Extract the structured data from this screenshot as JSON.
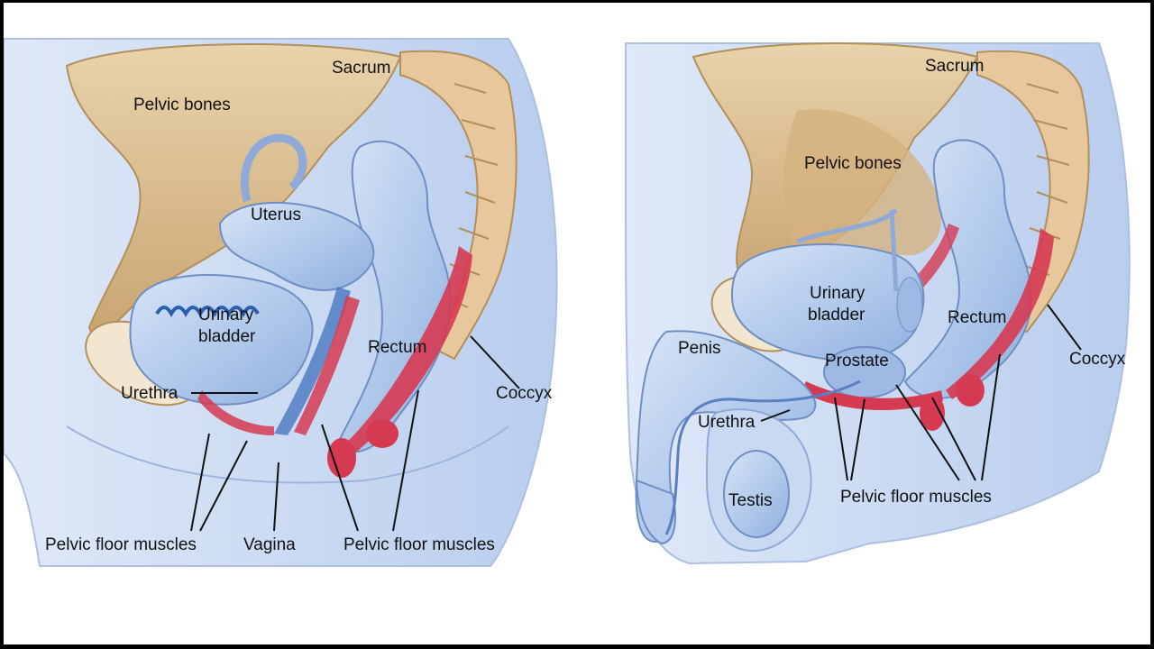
{
  "female": {
    "labels": {
      "pelvic_bones": "Pelvic bones",
      "sacrum": "Sacrum",
      "uterus": "Uterus",
      "urinary": "Urinary",
      "bladder": "bladder",
      "rectum": "Rectum",
      "urethra": "Urethra",
      "coccyx": "Coccyx",
      "pfm_left": "Pelvic floor muscles",
      "vagina": "Vagina",
      "pfm_right": "Pelvic floor muscles"
    }
  },
  "male": {
    "labels": {
      "sacrum": "Sacrum",
      "pelvic_bones": "Pelvic bones",
      "urinary": "Urinary",
      "bladder": "bladder",
      "rectum": "Rectum",
      "penis": "Penis",
      "prostate": "Prostate",
      "coccyx": "Coccyx",
      "urethra": "Urethra",
      "testis": "Testis",
      "pfm": "Pelvic floor muscles"
    }
  },
  "colors": {
    "skin": "#c9d9f2",
    "bone": "#d9b98a",
    "organ": "#a9c3ea",
    "muscle": "#d63a52",
    "outline": "#7f9ccc"
  }
}
